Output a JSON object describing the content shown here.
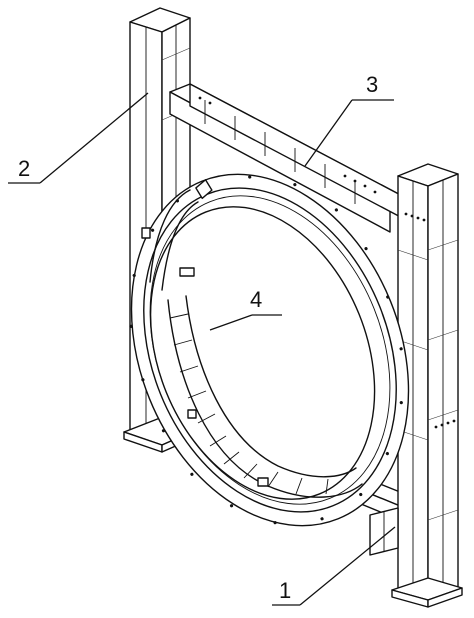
{
  "callouts": [
    {
      "id": "1",
      "label": "1"
    },
    {
      "id": "2",
      "label": "2"
    },
    {
      "id": "3",
      "label": "3"
    },
    {
      "id": "4",
      "label": "4"
    }
  ],
  "icons": {
    "left_post": "left-column-frame",
    "right_post": "right-column-frame",
    "top_beam": "top-crossbeam",
    "ring": "slewing-ring",
    "inner_track": "inner-ladder-track"
  }
}
